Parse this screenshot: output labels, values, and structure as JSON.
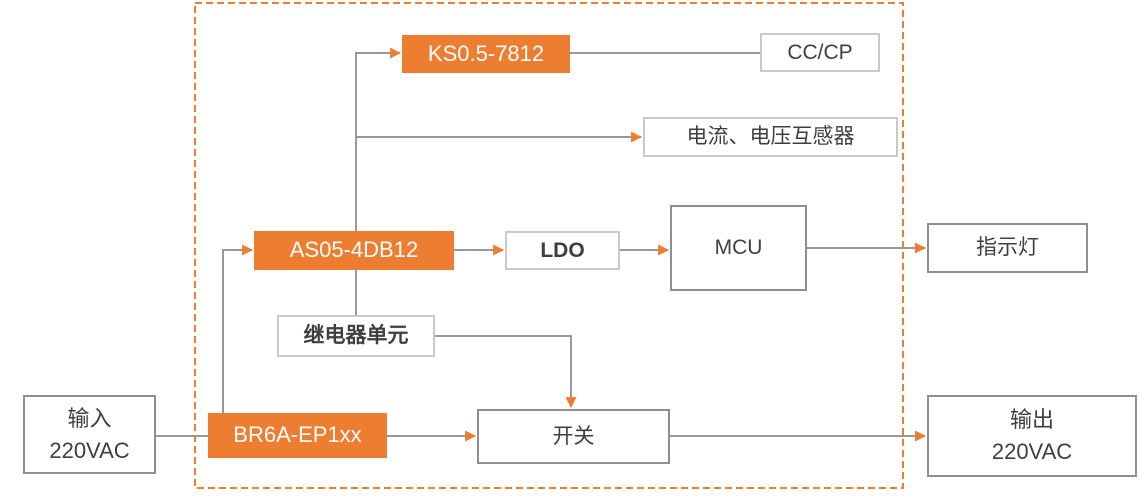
{
  "diagram": {
    "colors": {
      "accent_orange": "#ED7D31",
      "connector_gray": "#999999",
      "border_light": "#C9C9C9",
      "border_dark": "#8F8F8F",
      "text_dark": "#3F3F3F",
      "text_on_accent": "#FFFFFF"
    },
    "nodes": {
      "ks": {
        "label": "KS0.5-7812"
      },
      "cccp": {
        "label": "CC/CP"
      },
      "transformer": {
        "label": "电流、电压互感器"
      },
      "as05": {
        "label": "AS05-4DB12"
      },
      "ldo": {
        "label": "LDO"
      },
      "mcu": {
        "label": "MCU"
      },
      "indicator": {
        "label": "指示灯"
      },
      "relay": {
        "label": "继电器单元"
      },
      "br6a": {
        "label": "BR6A-EP1xx"
      },
      "switch": {
        "label": "开关"
      },
      "input": {
        "line1": "输入",
        "line2": "220VAC"
      },
      "output": {
        "line1": "输出",
        "line2": "220VAC"
      }
    },
    "edges": [
      {
        "from": "input-220vac",
        "to": "br6a-ep1xx",
        "arrow": false
      },
      {
        "from": "br6a-ep1xx",
        "to": "as05-4db12",
        "arrow": true
      },
      {
        "from": "as05-4db12",
        "to": "ks05-7812",
        "arrow": true
      },
      {
        "from": "as05-4db12",
        "to": "current-voltage-transformer",
        "arrow": true
      },
      {
        "from": "ks05-7812",
        "to": "cc-cp",
        "arrow": false
      },
      {
        "from": "as05-4db12",
        "to": "ldo",
        "arrow": true
      },
      {
        "from": "ldo",
        "to": "mcu",
        "arrow": true
      },
      {
        "from": "as05-4db12",
        "to": "relay-unit",
        "arrow": false
      },
      {
        "from": "relay-unit",
        "to": "switch",
        "arrow": true
      },
      {
        "from": "br6a-ep1xx",
        "to": "switch",
        "arrow": true
      },
      {
        "from": "switch",
        "to": "output-220vac",
        "arrow": true
      },
      {
        "from": "mcu",
        "to": "indicator-light",
        "arrow": true
      }
    ]
  }
}
